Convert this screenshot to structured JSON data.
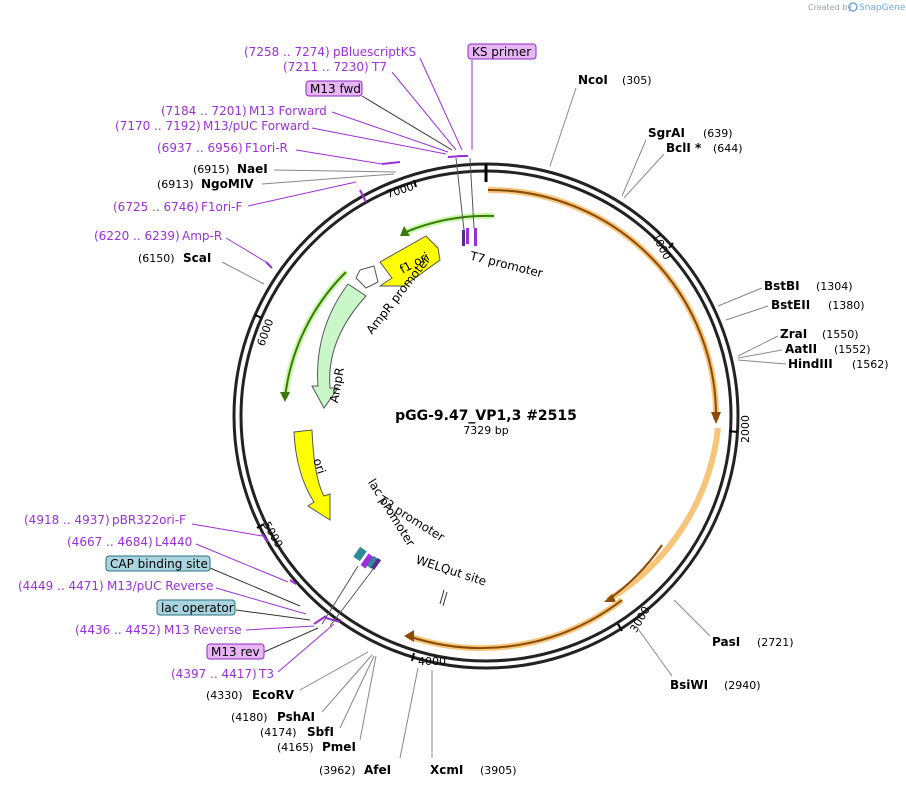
{
  "credit": {
    "prefix": "Created by",
    "brand": "SnapGene"
  },
  "plasmid": {
    "name": "pGG-9.47_VP1,3 #2515",
    "length_label": "7329 bp",
    "length": 7329
  },
  "tick_labels": [
    "1000",
    "2000",
    "3000",
    "4000",
    "5000",
    "6000",
    "7000"
  ],
  "enzymes_right": [
    {
      "name": "NcoI",
      "pos": "(305)"
    },
    {
      "name": "SgrAI",
      "pos": "(639)"
    },
    {
      "name": "BclI *",
      "pos": "(644)"
    },
    {
      "name": "BstBI",
      "pos": "(1304)"
    },
    {
      "name": "BstEII",
      "pos": "(1380)"
    },
    {
      "name": "ZraI",
      "pos": "(1550)"
    },
    {
      "name": "AatII",
      "pos": "(1552)"
    },
    {
      "name": "HindIII",
      "pos": "(1562)"
    },
    {
      "name": "PasI",
      "pos": "(2721)"
    },
    {
      "name": "BsiWI",
      "pos": "(2940)"
    }
  ],
  "enzymes_bottom": [
    {
      "name": "XcmI",
      "pos": "(3905)"
    },
    {
      "name": "AfeI",
      "pos": "(3962)"
    },
    {
      "name": "PmeI",
      "pos": "(4165)"
    },
    {
      "name": "SbfI",
      "pos": "(4174)"
    },
    {
      "name": "PshAI",
      "pos": "(4180)"
    },
    {
      "name": "EcoRV",
      "pos": "(4330)"
    }
  ],
  "enzymes_left": [
    {
      "name": "ScaI",
      "pos": "(6150)"
    },
    {
      "name": "NgoMIV",
      "pos": "(6913)"
    },
    {
      "name": "NaeI",
      "pos": "(6915)"
    }
  ],
  "primers_top": [
    {
      "range": "(7258 .. 7274)",
      "name": "pBluescriptKS"
    },
    {
      "range": "(7211 .. 7230)",
      "name": "T7"
    },
    {
      "range": "(7184 .. 7201)",
      "name": "M13 Forward"
    },
    {
      "range": "(7170 .. 7192)",
      "name": "M13/pUC Forward"
    },
    {
      "range": "(6937 .. 6956)",
      "name": "F1ori-R"
    },
    {
      "range": "(6725 .. 6746)",
      "name": "F1ori-F"
    },
    {
      "range": "(6220 .. 6239)",
      "name": "Amp-R"
    }
  ],
  "primers_bottom": [
    {
      "range": "(4918 .. 4937)",
      "name": "pBR322ori-F"
    },
    {
      "range": "(4667 .. 4684)",
      "name": "L4440"
    },
    {
      "range": "(4449 .. 4471)",
      "name": "M13/pUC Reverse"
    },
    {
      "range": "(4436 .. 4452)",
      "name": "M13 Reverse"
    },
    {
      "range": "(4397 .. 4417)",
      "name": "T3"
    }
  ],
  "boxed_labels": {
    "ks_primer": "KS primer",
    "m13_fwd": "M13 fwd",
    "cap_binding_site": "CAP binding site",
    "lac_operator": "lac operator",
    "m13_rev": "M13 rev"
  },
  "features": {
    "f1_ori": "f1 ori",
    "t7_promoter": "T7 promoter",
    "ampr_promoter": "AmpR promoter",
    "ampr": "AmpR",
    "ori": "ori",
    "lac_promoter": "lac promoter",
    "t3_promoter": "T3 promoter",
    "welqut_site": "WELQut site"
  },
  "colors": {
    "primer_purple": "#9b30d9",
    "primer_box_fill": "#e8b6f5",
    "feature_box_fill": "#a9d4e0",
    "insert_orange": "#f7c57a",
    "insert_dark": "#8a4b0a",
    "yellow": "#ffff00",
    "ampr_green": "#c9f7c9",
    "backbone_green": "#3a7a0a"
  }
}
